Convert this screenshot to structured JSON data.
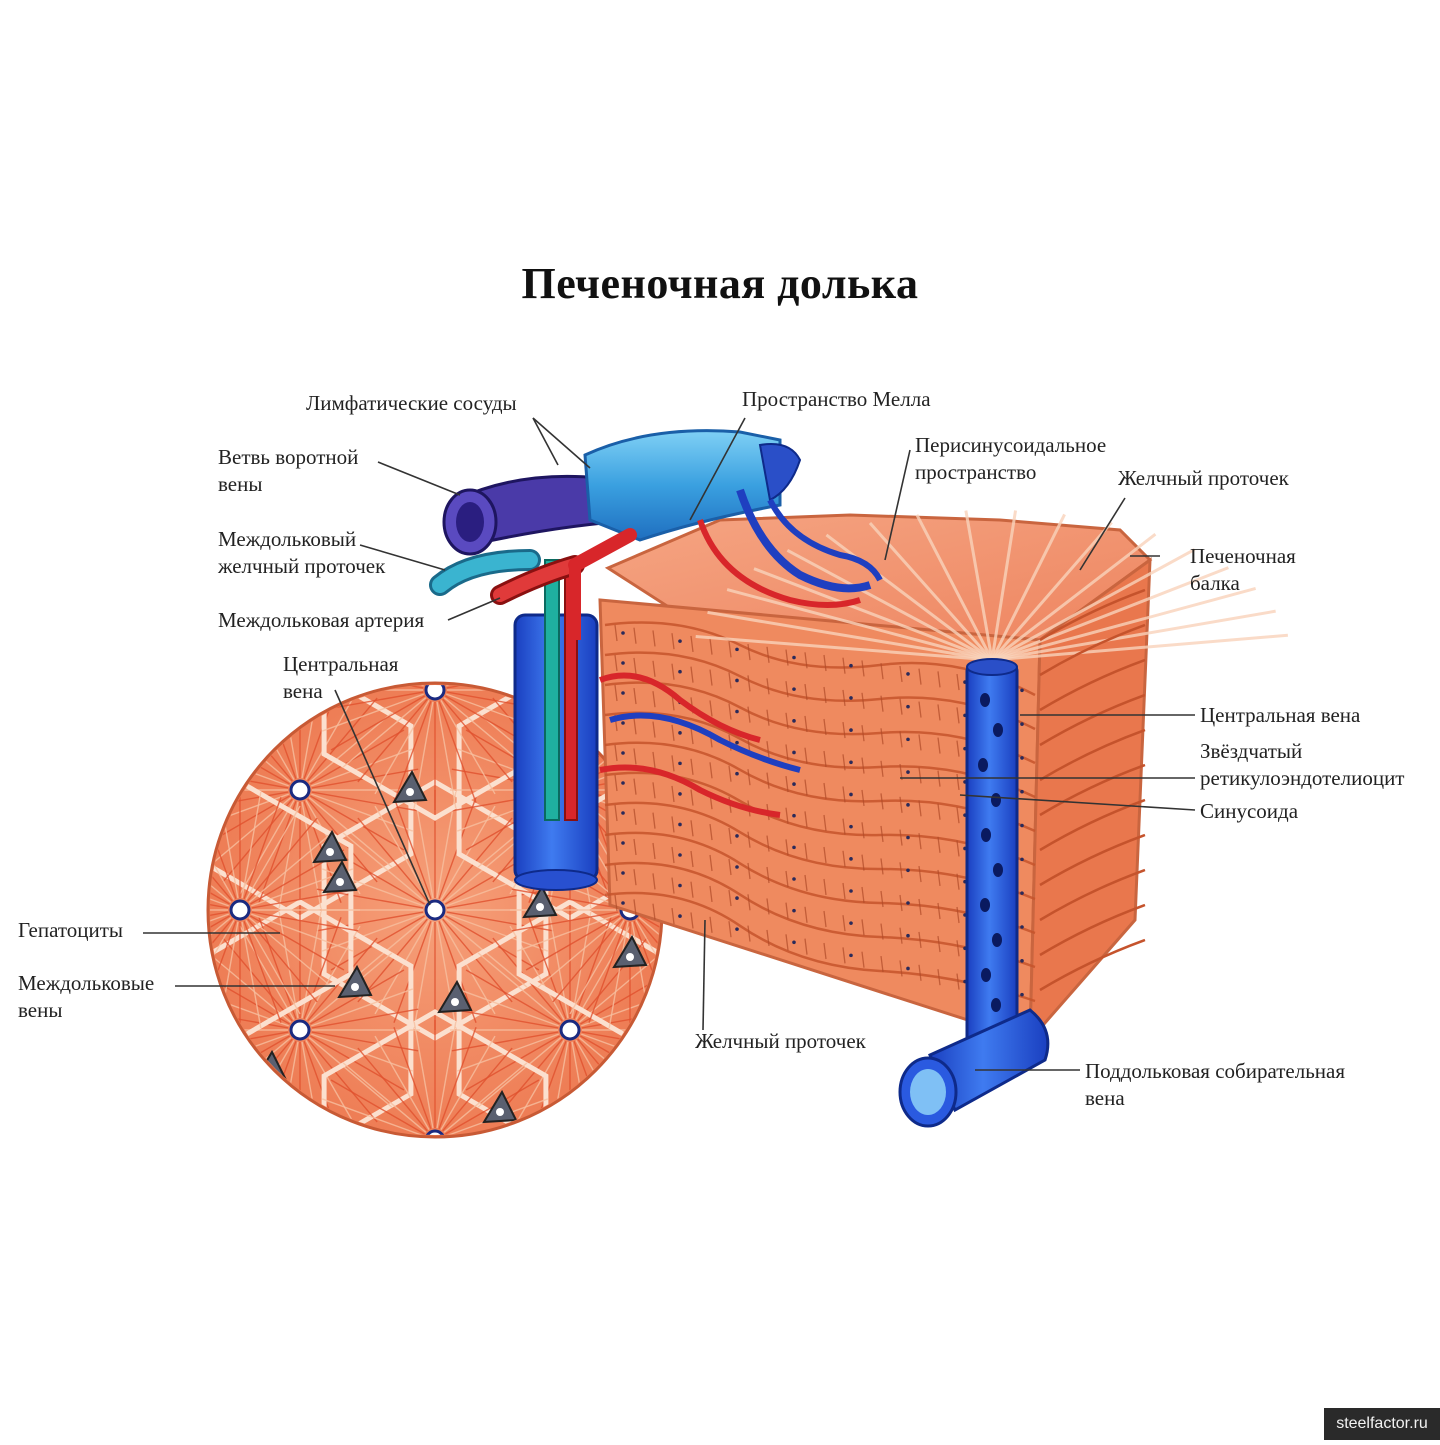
{
  "title": "Печеночная долька",
  "labels": {
    "lymph": "Лимфатические сосуды",
    "portal_1": "Ветвь воротной",
    "portal_2": "вены",
    "interlob_duct_1": "Междольковый",
    "interlob_duct_2": "желчный проточек",
    "interlob_artery": "Междольковая артерия",
    "central_left_1": "Центральная",
    "central_left_2": "вена",
    "hepatocytes": "Гепатоциты",
    "interlob_veins_1": "Междольковые",
    "interlob_veins_2": "вены",
    "mall": "Пространство Мелла",
    "perisinus_1": "Перисинусоидальное",
    "perisinus_2": "пространство",
    "bile_top": "Желчный проточек",
    "beam_1": "Печеночная",
    "beam_2": "балка",
    "central_right": "Центральная вена",
    "stellate_1": "Звёздчатый",
    "stellate_2": "ретикулоэндотелиоцит",
    "sinusoid": "Синусоида",
    "bile_bottom": "Желчный проточек",
    "sublob_1": "Поддольковая собирательная",
    "sublob_2": "вена"
  },
  "watermark": "steelfactor.ru",
  "colors": {
    "tissue": "#f08a5d",
    "tissue_dark": "#d9653a",
    "tissue_light": "#f7b98f",
    "vein_blue": "#1f4fd8",
    "artery_red": "#d8262a",
    "lymph_light_blue": "#4ab0e8",
    "portal_purple": "#4a3aa8",
    "bile_teal": "#2fa0b8"
  }
}
